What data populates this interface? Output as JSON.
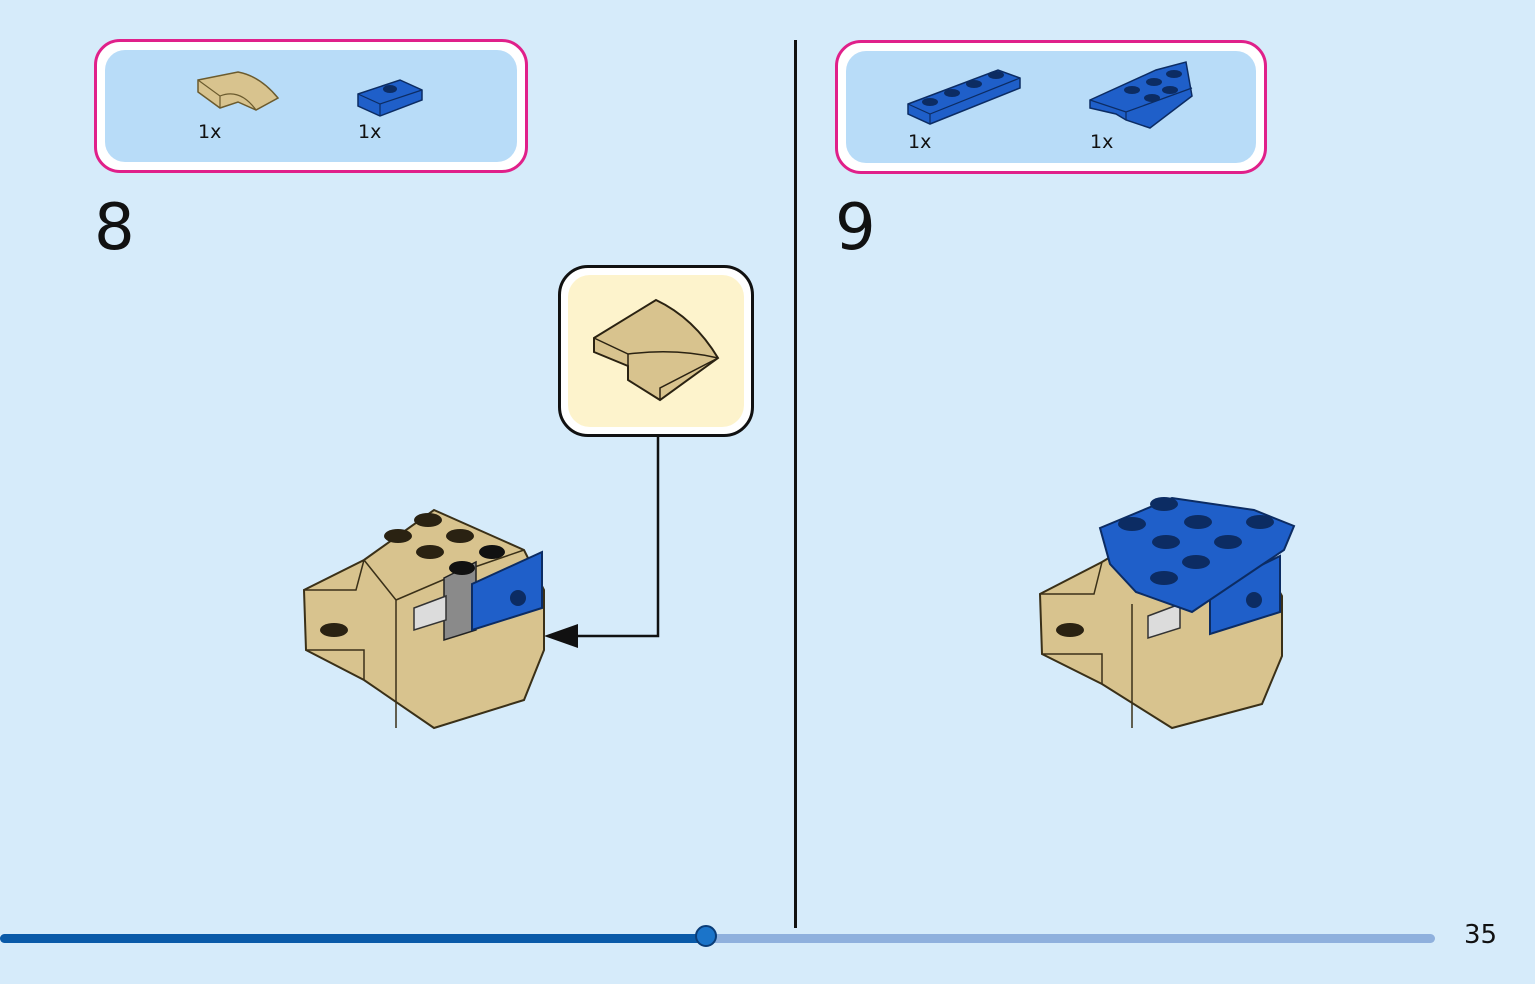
{
  "steps": [
    {
      "number": "8",
      "parts": [
        {
          "icon": "tan-curved-slope-brick-icon",
          "qty": "1x"
        },
        {
          "icon": "blue-jumper-plate-icon",
          "qty": "1x"
        }
      ]
    },
    {
      "number": "9",
      "parts": [
        {
          "icon": "blue-1x4-plate-icon",
          "qty": "1x"
        },
        {
          "icon": "blue-wedge-plate-icon",
          "qty": "1x"
        }
      ]
    }
  ],
  "progress": {
    "fraction": 0.492
  },
  "page_number": "35",
  "colors": {
    "background": "#d6ebfa",
    "parts_border": "#e0208a",
    "parts_fill": "#b8dcf8",
    "tan": "#d8c38e",
    "blue": "#1f5fc9",
    "progress_fill": "#0a5aa8",
    "progress_track": "#8fb0dd"
  }
}
